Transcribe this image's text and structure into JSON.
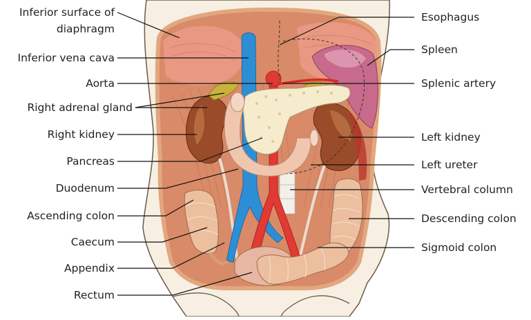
{
  "colors": {
    "body_skin": "#f7efe2",
    "body_outline": "#6a5a4a",
    "cavity_rim": "#e2a77f",
    "muscle": "#d98a68",
    "muscle_line": "#b5593c",
    "diaphragm": "#eb9a88",
    "kidney": "#9a4b2a",
    "kidney_light": "#c8804f",
    "spleen": "#c76a8c",
    "spleen_light": "#e7a6bd",
    "aorta": "#e03a33",
    "vena_cava": "#2c8fd6",
    "pancreas": "#f6eccd",
    "duodenum": "#f0c6ae",
    "adrenal": "#c9b33b",
    "colon": "#ecbf9e",
    "colon_haustra": "#f6dcc3",
    "rectum": "#e8b7a3",
    "spine": "#f3f0ea",
    "ureter": "#e9ddcf",
    "leader_line": "#111111"
  },
  "labels_left": [
    {
      "id": "inferior-surface-of-diaphragm",
      "lines": [
        "Inferior surface of",
        "diaphragm"
      ]
    },
    {
      "id": "inferior-vena-cava",
      "lines": [
        "Inferior vena cava"
      ]
    },
    {
      "id": "aorta",
      "lines": [
        "Aorta"
      ]
    },
    {
      "id": "right-adrenal-gland",
      "lines": [
        "Right adrenal gland"
      ]
    },
    {
      "id": "right-kidney",
      "lines": [
        "Right kidney"
      ]
    },
    {
      "id": "pancreas",
      "lines": [
        "Pancreas"
      ]
    },
    {
      "id": "duodenum",
      "lines": [
        "Duodenum"
      ]
    },
    {
      "id": "ascending-colon",
      "lines": [
        "Ascending colon"
      ]
    },
    {
      "id": "caecum",
      "lines": [
        "Caecum"
      ]
    },
    {
      "id": "appendix",
      "lines": [
        "Appendix"
      ]
    },
    {
      "id": "rectum",
      "lines": [
        "Rectum"
      ]
    }
  ],
  "labels_right": [
    {
      "id": "esophagus",
      "lines": [
        "Esophagus"
      ]
    },
    {
      "id": "spleen",
      "lines": [
        "Spleen"
      ]
    },
    {
      "id": "splenic-artery",
      "lines": [
        "Splenic artery"
      ]
    },
    {
      "id": "left-kidney",
      "lines": [
        "Left kidney"
      ]
    },
    {
      "id": "left-ureter",
      "lines": [
        "Left ureter"
      ]
    },
    {
      "id": "vertebral-column",
      "lines": [
        "Vertebral column"
      ]
    },
    {
      "id": "descending-colon",
      "lines": [
        "Descending colon"
      ]
    },
    {
      "id": "sigmoid-colon",
      "lines": [
        "Sigmoid colon"
      ]
    }
  ]
}
